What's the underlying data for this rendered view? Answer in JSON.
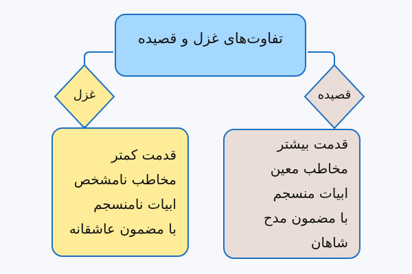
{
  "title": "تفاوت‌های غزل و قصیده",
  "branches": [
    {
      "label": "غزل",
      "color": "#ffec99",
      "items": [
        "قدمت کمتر",
        "مخاطب نامشخص",
        "ابیات نامنسجم",
        "با مضمون عاشقانه"
      ]
    },
    {
      "label": "قصیده",
      "color": "#eaddd7",
      "items": [
        "قدمت بیشتر",
        "مخاطب معین",
        "ابیات منسجم",
        "با مضمون مدح",
        "شاهان"
      ]
    }
  ],
  "colors": {
    "title_fill": "#a5d8ff",
    "stroke": "#1c6fc4",
    "background": "#f6f8fb"
  }
}
